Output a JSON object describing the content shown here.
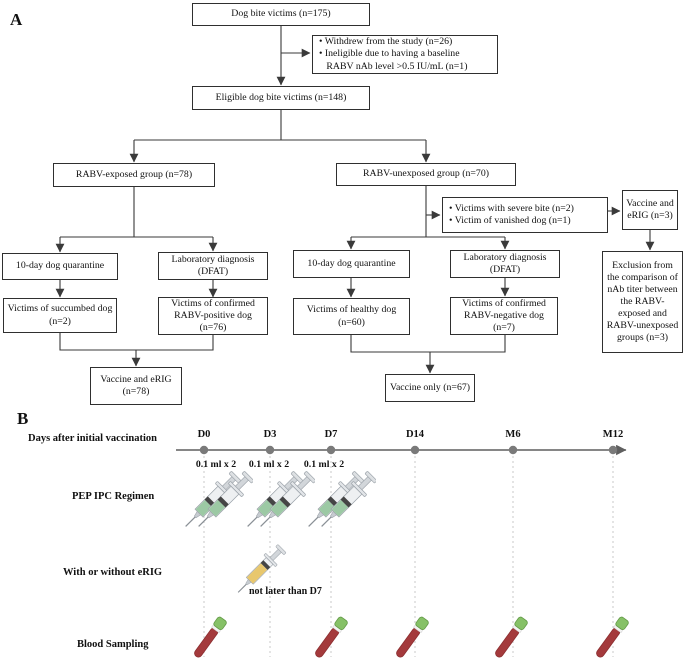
{
  "panel_a": {
    "label": "A",
    "boxes": {
      "dog_bite_victims": "Dog bite victims (n=175)",
      "withdrawn": "• Withdrew from the study (n=26)\n• Ineligible due to having a baseline\n   RABV nAb level >0.5 IU/mL (n=1)",
      "eligible": "Eligible dog bite victims (n=148)",
      "exposed_group": "RABV-exposed group (n=78)",
      "unexposed_group": "RABV-unexposed group (n=70)",
      "severe_bite_exclusions": "• Victims with severe bite (n=2)\n• Victim of vanished dog (n=1)",
      "vaccine_erig_small": "Vaccine and eRIG (n=3)",
      "exclusion_note": "Exclusion from the comparison of nAb titer between the RABV-exposed and RABV-unexposed groups (n=3)",
      "quarantine_exposed": "10-day dog quarantine",
      "dfat_exposed": "Laboratory diagnosis (DFAT)",
      "succumbed_dog": "Victims of succumbed dog (n=2)",
      "rabv_positive_dog": "Victims of confirmed RABV-positive dog (n=76)",
      "vaccine_erig_exposed": "Vaccine and eRIG (n=78)",
      "quarantine_unexposed": "10-day dog quarantine",
      "dfat_unexposed": "Laboratory diagnosis (DFAT)",
      "healthy_dog": "Victims of healthy dog (n=60)",
      "rabv_negative_dog": "Victims of confirmed RABV-negative dog (n=7)",
      "vaccine_only": "Vaccine only (n=67)"
    }
  },
  "panel_b": {
    "label": "B",
    "row_labels": {
      "timeline": "Days after initial vaccination",
      "pep": "PEP IPC Regimen",
      "erig": "With or without eRIG",
      "blood": "Blood Sampling"
    },
    "timepoints": [
      "D0",
      "D3",
      "D7",
      "D14",
      "M6",
      "M12"
    ],
    "dose_label": "0.1 ml x 2",
    "erig_note": "not later than D7",
    "pep_injection_points": [
      "D0",
      "D3",
      "D7"
    ],
    "blood_sampling_points": [
      "D0",
      "D7",
      "D14",
      "M6",
      "M12"
    ]
  },
  "icons": {
    "pep_dose": "double-syringe-icon",
    "erig_dose": "syringe-icon",
    "blood_sample": "blood-tube-icon"
  },
  "colors": {
    "box_border": "#2f2f2f",
    "connector": "#3a3a3a",
    "timeline_line": "#5f5f5f",
    "timeline_dot": "#7a7a7a",
    "dotted_guide": "#c9c9c9",
    "syringe_liquid_green": "#9cc9a4",
    "erig_liquid_yellow": "#e8c76d",
    "blood_red": "#a43a3c",
    "tube_cap_green": "#86c167"
  }
}
